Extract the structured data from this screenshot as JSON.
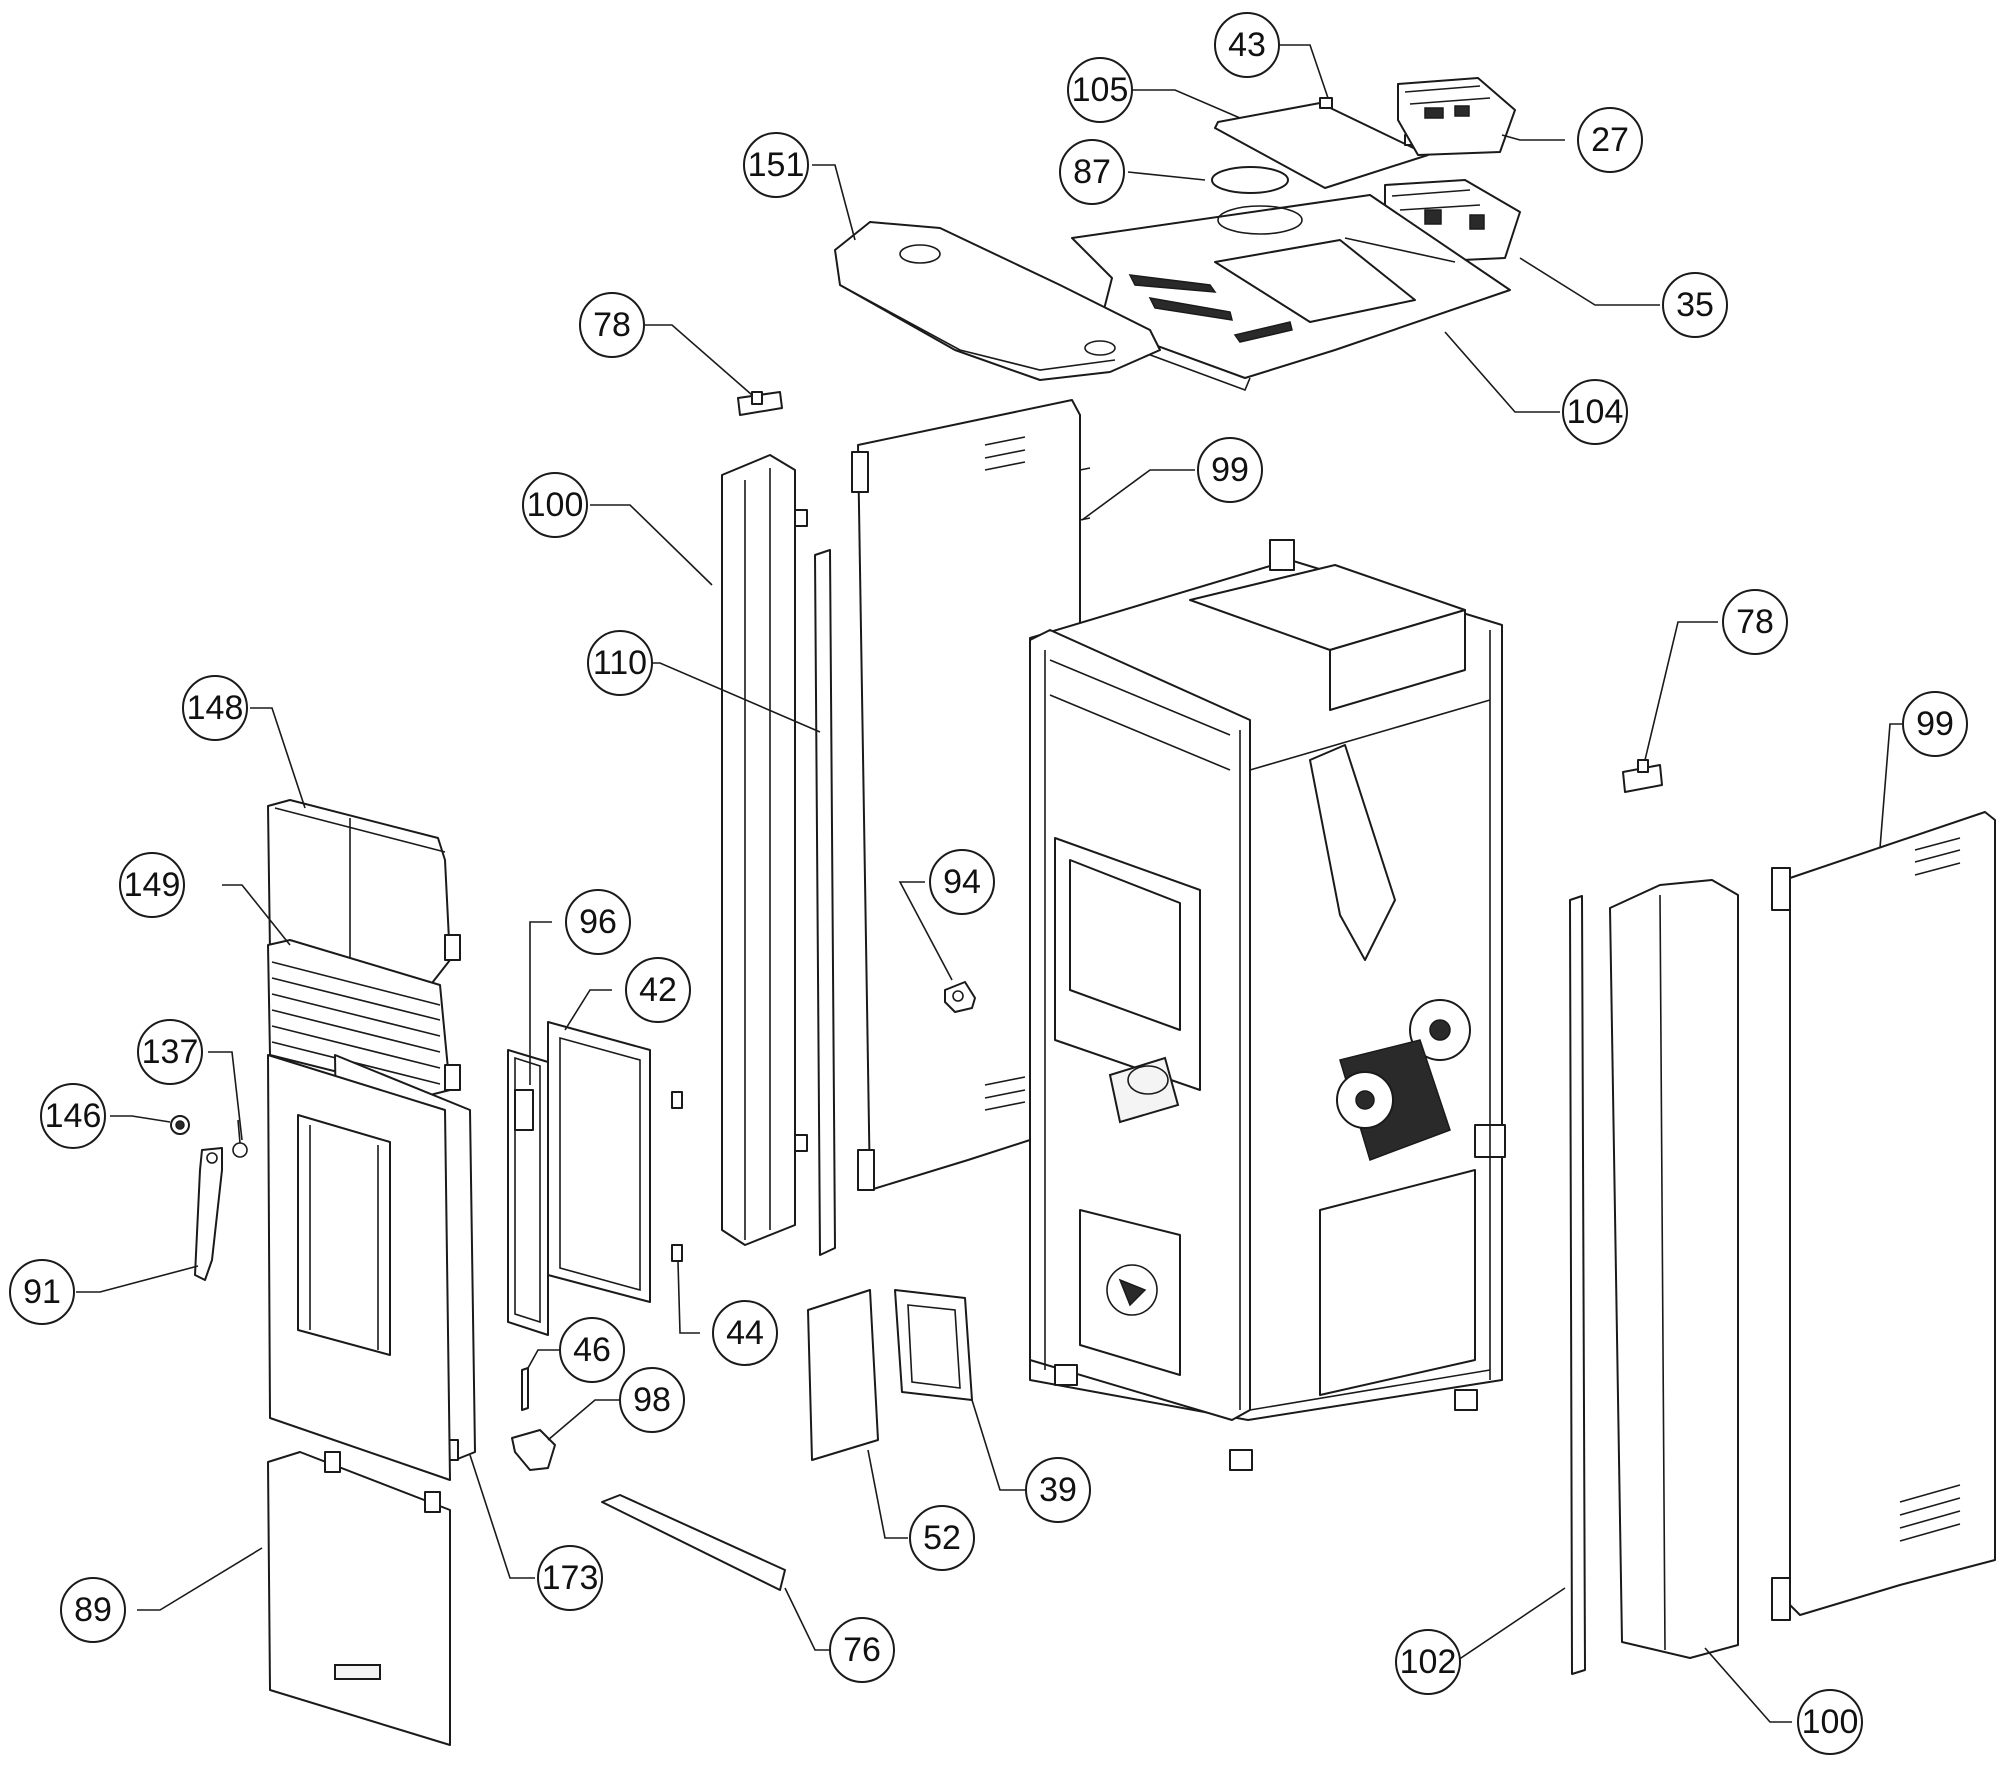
{
  "diagram": {
    "callouts": [
      {
        "key": "c43",
        "label": "43"
      },
      {
        "key": "c105",
        "label": "105"
      },
      {
        "key": "c27",
        "label": "27"
      },
      {
        "key": "c87",
        "label": "87"
      },
      {
        "key": "c151",
        "label": "151"
      },
      {
        "key": "c35",
        "label": "35"
      },
      {
        "key": "c78a",
        "label": "78"
      },
      {
        "key": "c104",
        "label": "104"
      },
      {
        "key": "c99a",
        "label": "99"
      },
      {
        "key": "c100a",
        "label": "100"
      },
      {
        "key": "c110",
        "label": "110"
      },
      {
        "key": "c78b",
        "label": "78"
      },
      {
        "key": "c148",
        "label": "148"
      },
      {
        "key": "c99b",
        "label": "99"
      },
      {
        "key": "c94",
        "label": "94"
      },
      {
        "key": "c149",
        "label": "149"
      },
      {
        "key": "c96",
        "label": "96"
      },
      {
        "key": "c42",
        "label": "42"
      },
      {
        "key": "c137",
        "label": "137"
      },
      {
        "key": "c146",
        "label": "146"
      },
      {
        "key": "c91",
        "label": "91"
      },
      {
        "key": "c44",
        "label": "44"
      },
      {
        "key": "c46",
        "label": "46"
      },
      {
        "key": "c98",
        "label": "98"
      },
      {
        "key": "c39",
        "label": "39"
      },
      {
        "key": "c52",
        "label": "52"
      },
      {
        "key": "c173",
        "label": "173"
      },
      {
        "key": "c89",
        "label": "89"
      },
      {
        "key": "c76",
        "label": "76"
      },
      {
        "key": "c102",
        "label": "102"
      },
      {
        "key": "c100b",
        "label": "100"
      }
    ]
  }
}
